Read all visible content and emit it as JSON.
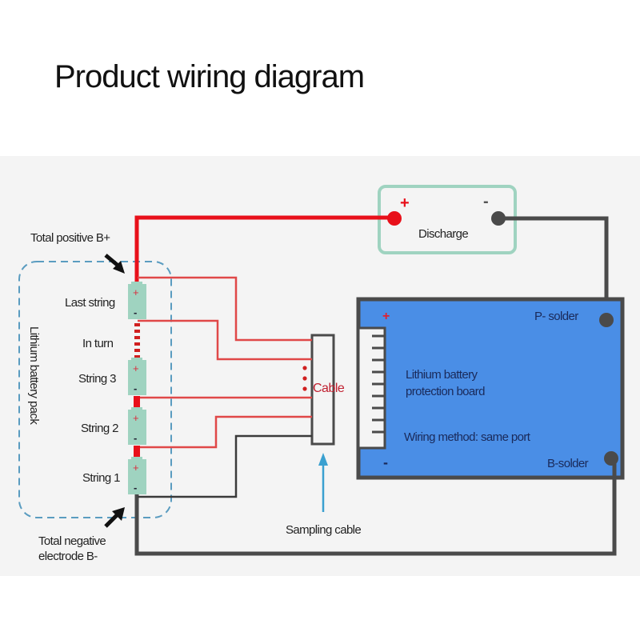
{
  "title": "Product wiring diagram",
  "colors": {
    "positive_wire": "#e8101a",
    "sample_wire": "#e04848",
    "negative_wire": "#4a4a4a",
    "cell_fill": "#9fd3c0",
    "board_fill": "#4a8ee6",
    "pack_outline": "#5a9cc0",
    "discharge_outline": "#9fd3c0",
    "arrow_sampling": "#3aa0d0"
  },
  "labels": {
    "total_positive": "Total positive B+",
    "total_negative_line1": "Total negative",
    "total_negative_line2": "electrode B-",
    "pack": "Lithium battery pack",
    "in_turn": "In turn",
    "cable": "Cable",
    "sampling_cable": "Sampling cable",
    "discharge": "Discharge",
    "discharge_plus": "+",
    "discharge_minus": "-",
    "board_line1": "Lithium battery",
    "board_line2": "protection board",
    "wiring_method": "Wiring method: same port",
    "p_solder": "P- solder",
    "b_solder": "B-solder",
    "board_plus": "+",
    "board_minus": "-",
    "cell_plus": "+",
    "cell_minus": "-"
  },
  "cells": [
    {
      "label": "Last string"
    },
    {
      "label": "String 3"
    },
    {
      "label": "String 2"
    },
    {
      "label": "String 1"
    }
  ]
}
